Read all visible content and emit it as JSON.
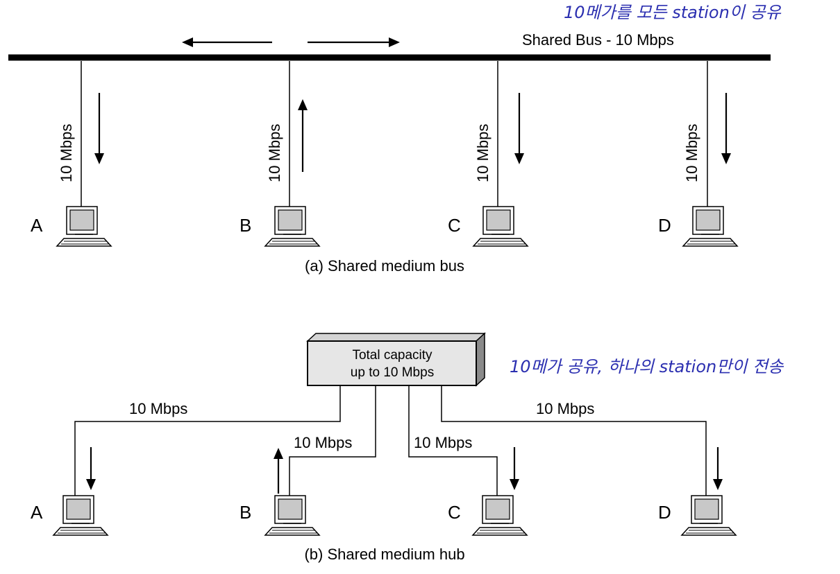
{
  "notes": {
    "top": "10메가를 모든 station이 공유",
    "hub": "10메가 공유, 하나의 station만이 전송"
  },
  "bus": {
    "bus_label": "Shared Bus - 10 Mbps",
    "link_label": "10 Mbps",
    "stations": [
      "A",
      "B",
      "C",
      "D"
    ],
    "caption": "(a) Shared medium bus"
  },
  "hub": {
    "box_line1": "Total capacity",
    "box_line2": "up to 10 Mbps",
    "link_label": "10 Mbps",
    "stations": [
      "A",
      "B",
      "C",
      "D"
    ],
    "caption": "(b) Shared medium hub"
  },
  "colors": {
    "line": "#000000",
    "note_ink": "#2b2fb0",
    "hub_face": "#e6e6e6",
    "hub_side": "#8a8a8a",
    "screen": "#c8c8c8"
  }
}
